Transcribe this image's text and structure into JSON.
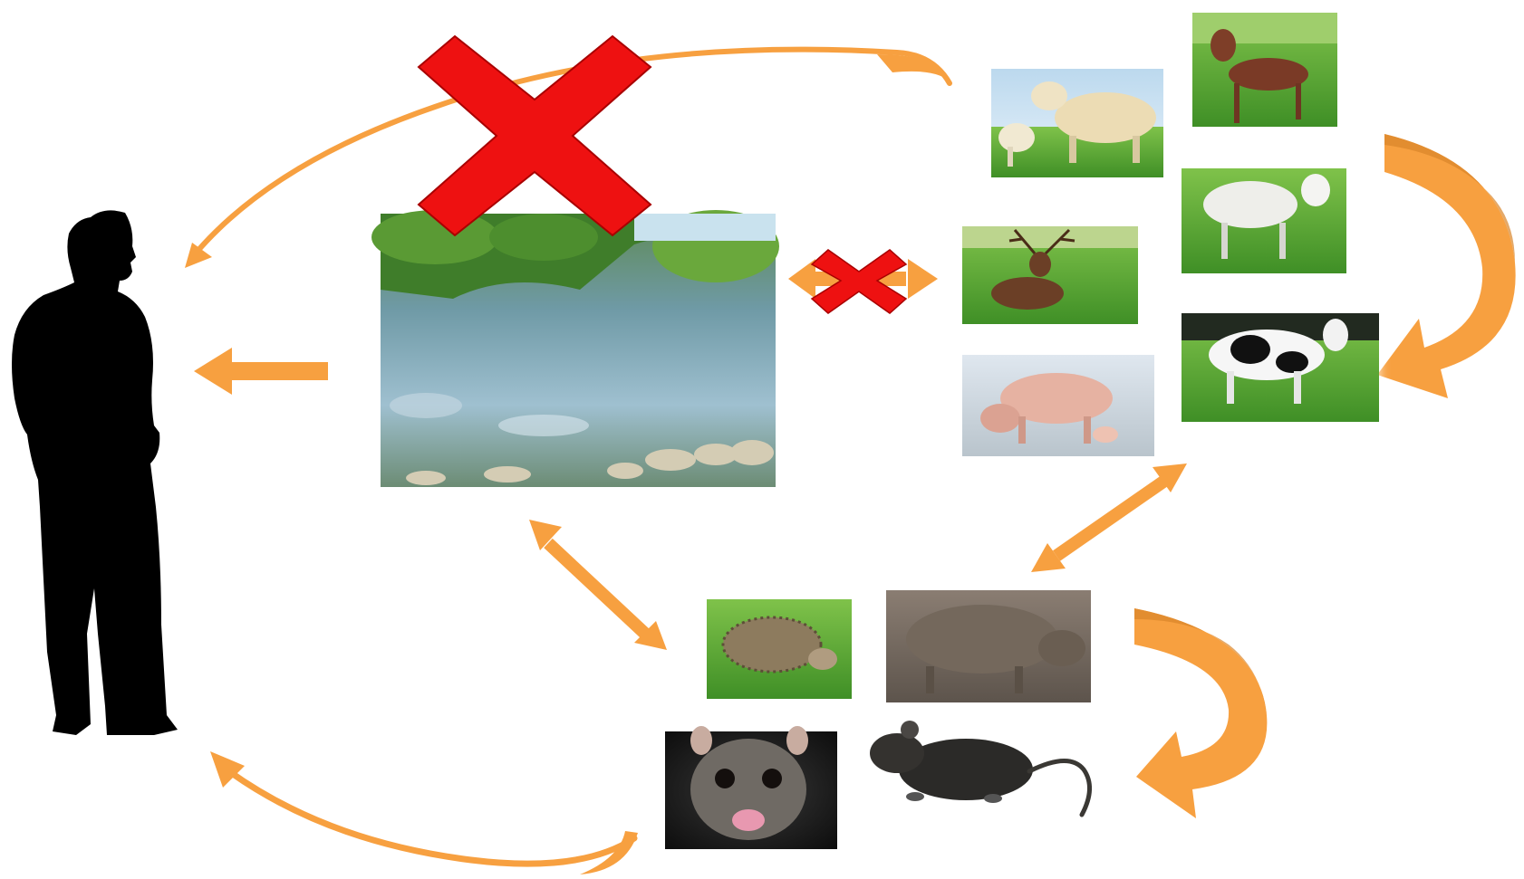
{
  "colors": {
    "background": "#ffffff",
    "arrow": "#f7a040",
    "arrow_shadow": "#d9842a",
    "cross": "#ee1111",
    "cross_edge": "#a80000",
    "silhouette": "#000000"
  },
  "nodes": {
    "human": {
      "icon": "human-silhouette-icon"
    },
    "environment": {
      "icon": "lake-forest-icon"
    },
    "livestock": [
      "cattle-icon",
      "dog-icon",
      "sheep-icon",
      "deer-icon",
      "pig-icon",
      "dairy-cow-icon"
    ],
    "wildlife": [
      "hedgehog-icon",
      "wild-boar-icon",
      "possum-icon",
      "rat-icon"
    ]
  },
  "links": [
    {
      "from": "livestock",
      "to": "human",
      "blocked": true
    },
    {
      "from": "environment",
      "to": "human",
      "blocked": false
    },
    {
      "from": "environment",
      "to": "livestock",
      "blocked": true,
      "bidirectional": true
    },
    {
      "from": "environment",
      "to": "wildlife",
      "blocked": false,
      "bidirectional": true
    },
    {
      "from": "livestock",
      "to": "wildlife",
      "blocked": false,
      "bidirectional": true
    },
    {
      "from": "wildlife",
      "to": "human",
      "blocked": false
    }
  ]
}
